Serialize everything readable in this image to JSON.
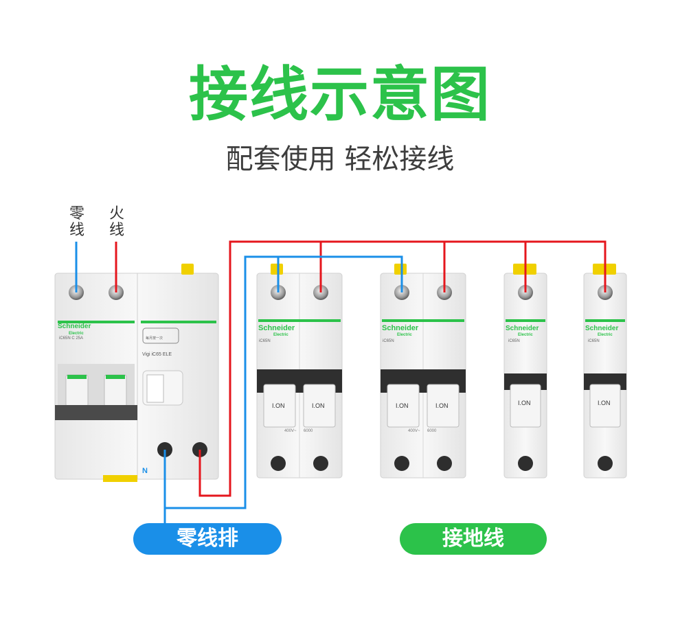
{
  "title": "接线示意图",
  "subtitle": "配套使用 轻松接线",
  "wire_labels": {
    "neutral": "零线",
    "live": "火线"
  },
  "breakers": {
    "rcbo": {
      "brand": "Schneider",
      "brand_sub": "Electric",
      "model": "iC65N  C 25A",
      "vigi_model": "Vigi iC65 ELE",
      "test_note": "每月按一次",
      "n_mark": "N"
    },
    "two_pole_1": {
      "brand": "Schneider",
      "brand_sub": "Electric",
      "model": "iC65N",
      "on": [
        "I.ON",
        "I.ON"
      ],
      "voltage": "400V~",
      "rating": "6000"
    },
    "two_pole_2": {
      "brand": "Schneider",
      "brand_sub": "Electric",
      "model": "iC65N",
      "on": [
        "I.ON",
        "I.ON"
      ],
      "voltage": "400V~",
      "rating": "6000"
    },
    "one_pole_1": {
      "brand": "Schneider",
      "brand_sub": "Electric",
      "model": "iC65N",
      "on": "I.ON"
    },
    "one_pole_2": {
      "brand": "Schneider",
      "brand_sub": "Electric",
      "model": "iC65N",
      "on": "I.ON"
    }
  },
  "buttons": {
    "neutral_bar": "零线排",
    "ground_wire": "接地线"
  },
  "colors": {
    "accent_green": "#2cc24a",
    "neutral_wire": "#1a8fe8",
    "live_wire": "#e5161d",
    "pill_blue": "#1a8fe8",
    "pill_green": "#2cc24a"
  }
}
